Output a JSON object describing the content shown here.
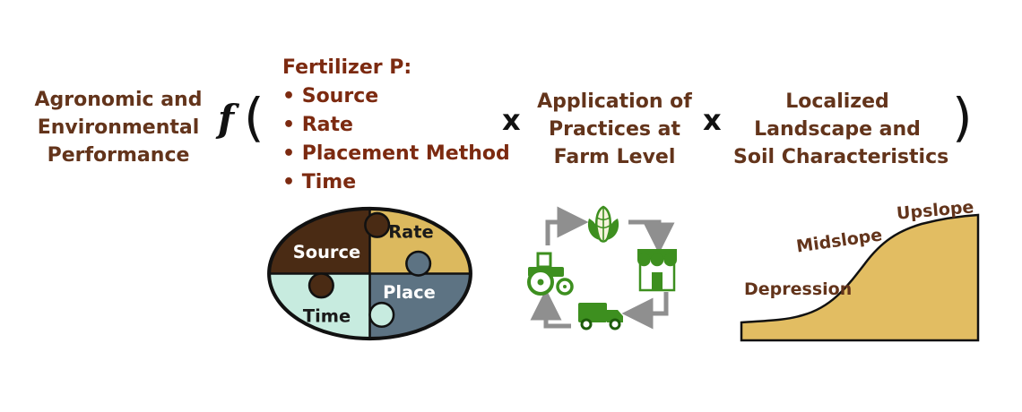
{
  "equation": {
    "lhs_lines": [
      "Agronomic and",
      "Environmental",
      "Performance"
    ],
    "function_symbol": "f",
    "open_paren": "(",
    "close_paren": ")",
    "multiply": "x"
  },
  "fertilizer": {
    "title": "Fertilizer P:",
    "items": [
      "• Source",
      "• Rate",
      "• Placement Method",
      "• Time"
    ]
  },
  "term2_lines": [
    "Application of",
    "Practices at",
    "Farm Level"
  ],
  "term3_lines": [
    "Localized",
    "Landscape and",
    "Soil Characteristics"
  ],
  "puzzle": {
    "labels": {
      "source": "Source",
      "rate": "Rate",
      "time": "Time",
      "place": "Place"
    }
  },
  "landscape": {
    "labels": {
      "depression": "Depression",
      "midslope": "Midslope",
      "upslope": "Upslope"
    }
  },
  "colors": {
    "text_brown": "#63341b",
    "list_maroon": "#7c2a10",
    "puzzle_source": "#4a2b14",
    "puzzle_rate": "#dcb95e",
    "puzzle_time": "#c7ebdf",
    "puzzle_place": "#5d7383",
    "landscape_fill": "#e2bd62",
    "icon_green": "#3d8f1f",
    "arrow_gray": "#8f8f8f"
  }
}
